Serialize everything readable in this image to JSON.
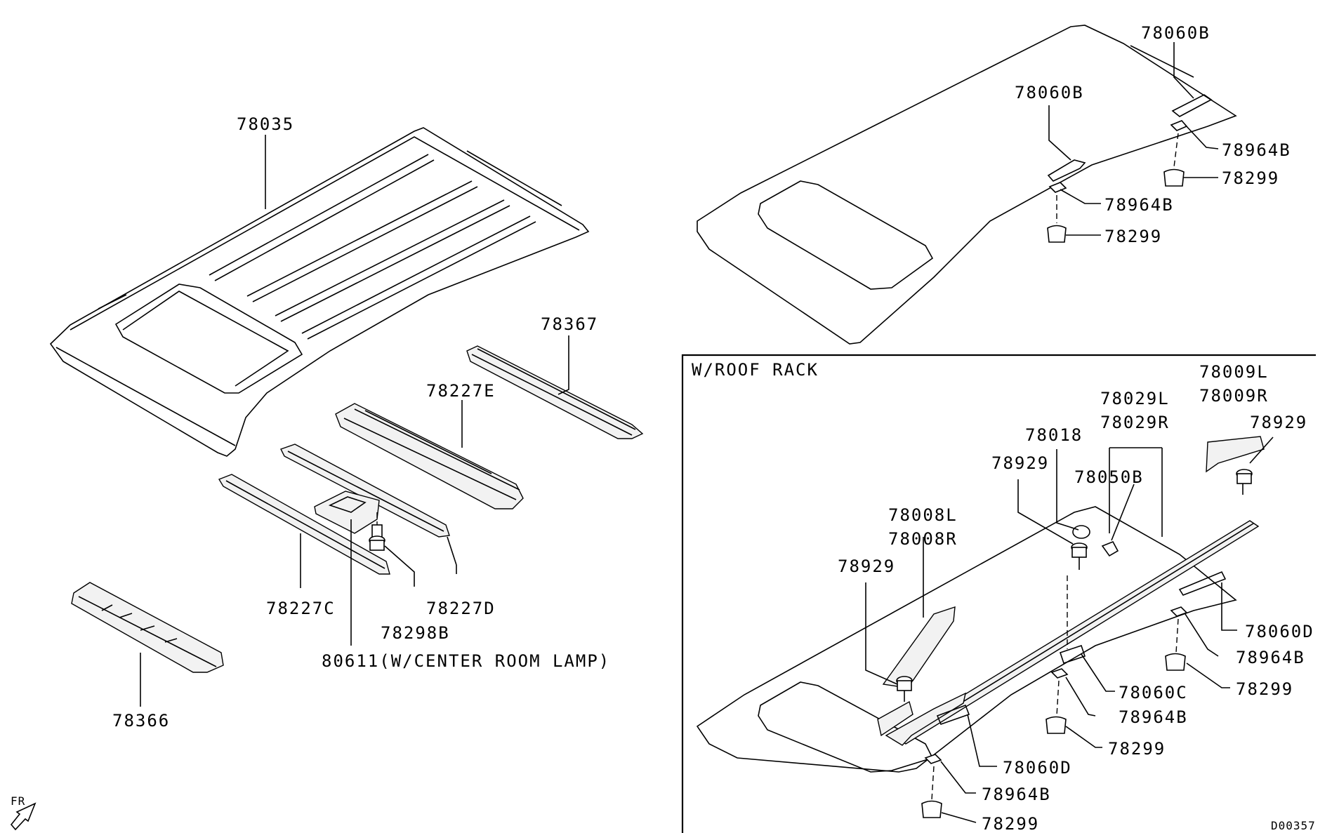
{
  "labels": {
    "p78035": "78035",
    "p78367": "78367",
    "p78227E": "78227E",
    "p78227C": "78227C",
    "p78227D": "78227D",
    "p78298B": "78298B",
    "p80611": "80611(W/CENTER ROOM LAMP)",
    "p78366": "78366",
    "fr": "FR",
    "tr_78060B_a": "78060B",
    "tr_78060B_b": "78060B",
    "tr_78964B_a": "78964B",
    "tr_78964B_b": "78964B",
    "tr_78299_a": "78299",
    "tr_78299_b": "78299",
    "rack_title": "W/ROOF RACK",
    "r78009L": "78009L",
    "r78009R": "78009R",
    "r78929_a": "78929",
    "r78029L": "78029L",
    "r78029R": "78029R",
    "r78018": "78018",
    "r78929_b": "78929",
    "r78050B": "78050B",
    "r78008L": "78008L",
    "r78008R": "78008R",
    "r78929_c": "78929",
    "r78060D_a": "78060D",
    "r78964B_a": "78964B",
    "r78299_a": "78299",
    "r78060C": "78060C",
    "r78964B_b": "78964B",
    "r78299_b": "78299",
    "r78060D_b": "78060D",
    "r78964B_c": "78964B",
    "r78299_c": "78299",
    "code": "D00357"
  }
}
